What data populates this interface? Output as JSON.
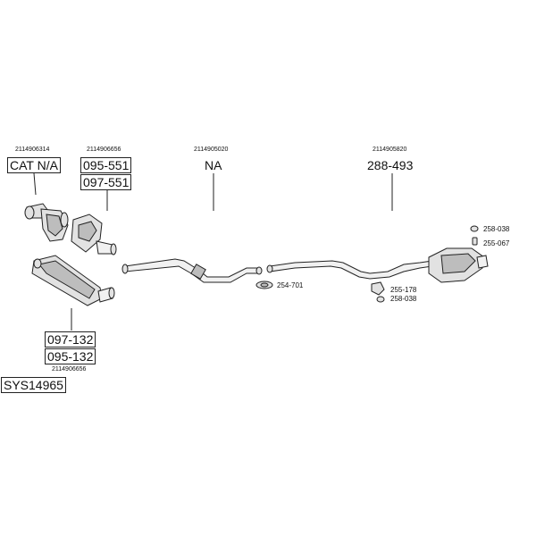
{
  "groups": {
    "cat": {
      "code": "2114906314",
      "label": "CAT N/A"
    },
    "manifold": {
      "code": "2114906656",
      "labels": [
        "095-551",
        "097-551"
      ]
    },
    "front_pipe": {
      "code": "2114905020",
      "label": "NA"
    },
    "rear": {
      "code": "2114905820",
      "label": "288-493"
    },
    "dpf": {
      "labels": [
        "097-132",
        "095-132"
      ],
      "code": "2114906656"
    }
  },
  "small_parts": {
    "clamp": "254-701",
    "hanger_a": "255-178",
    "rubber_a": "258-038",
    "rubber_b": "258-038",
    "hanger_b": "255-067"
  },
  "system": {
    "label": "SYS14965"
  }
}
